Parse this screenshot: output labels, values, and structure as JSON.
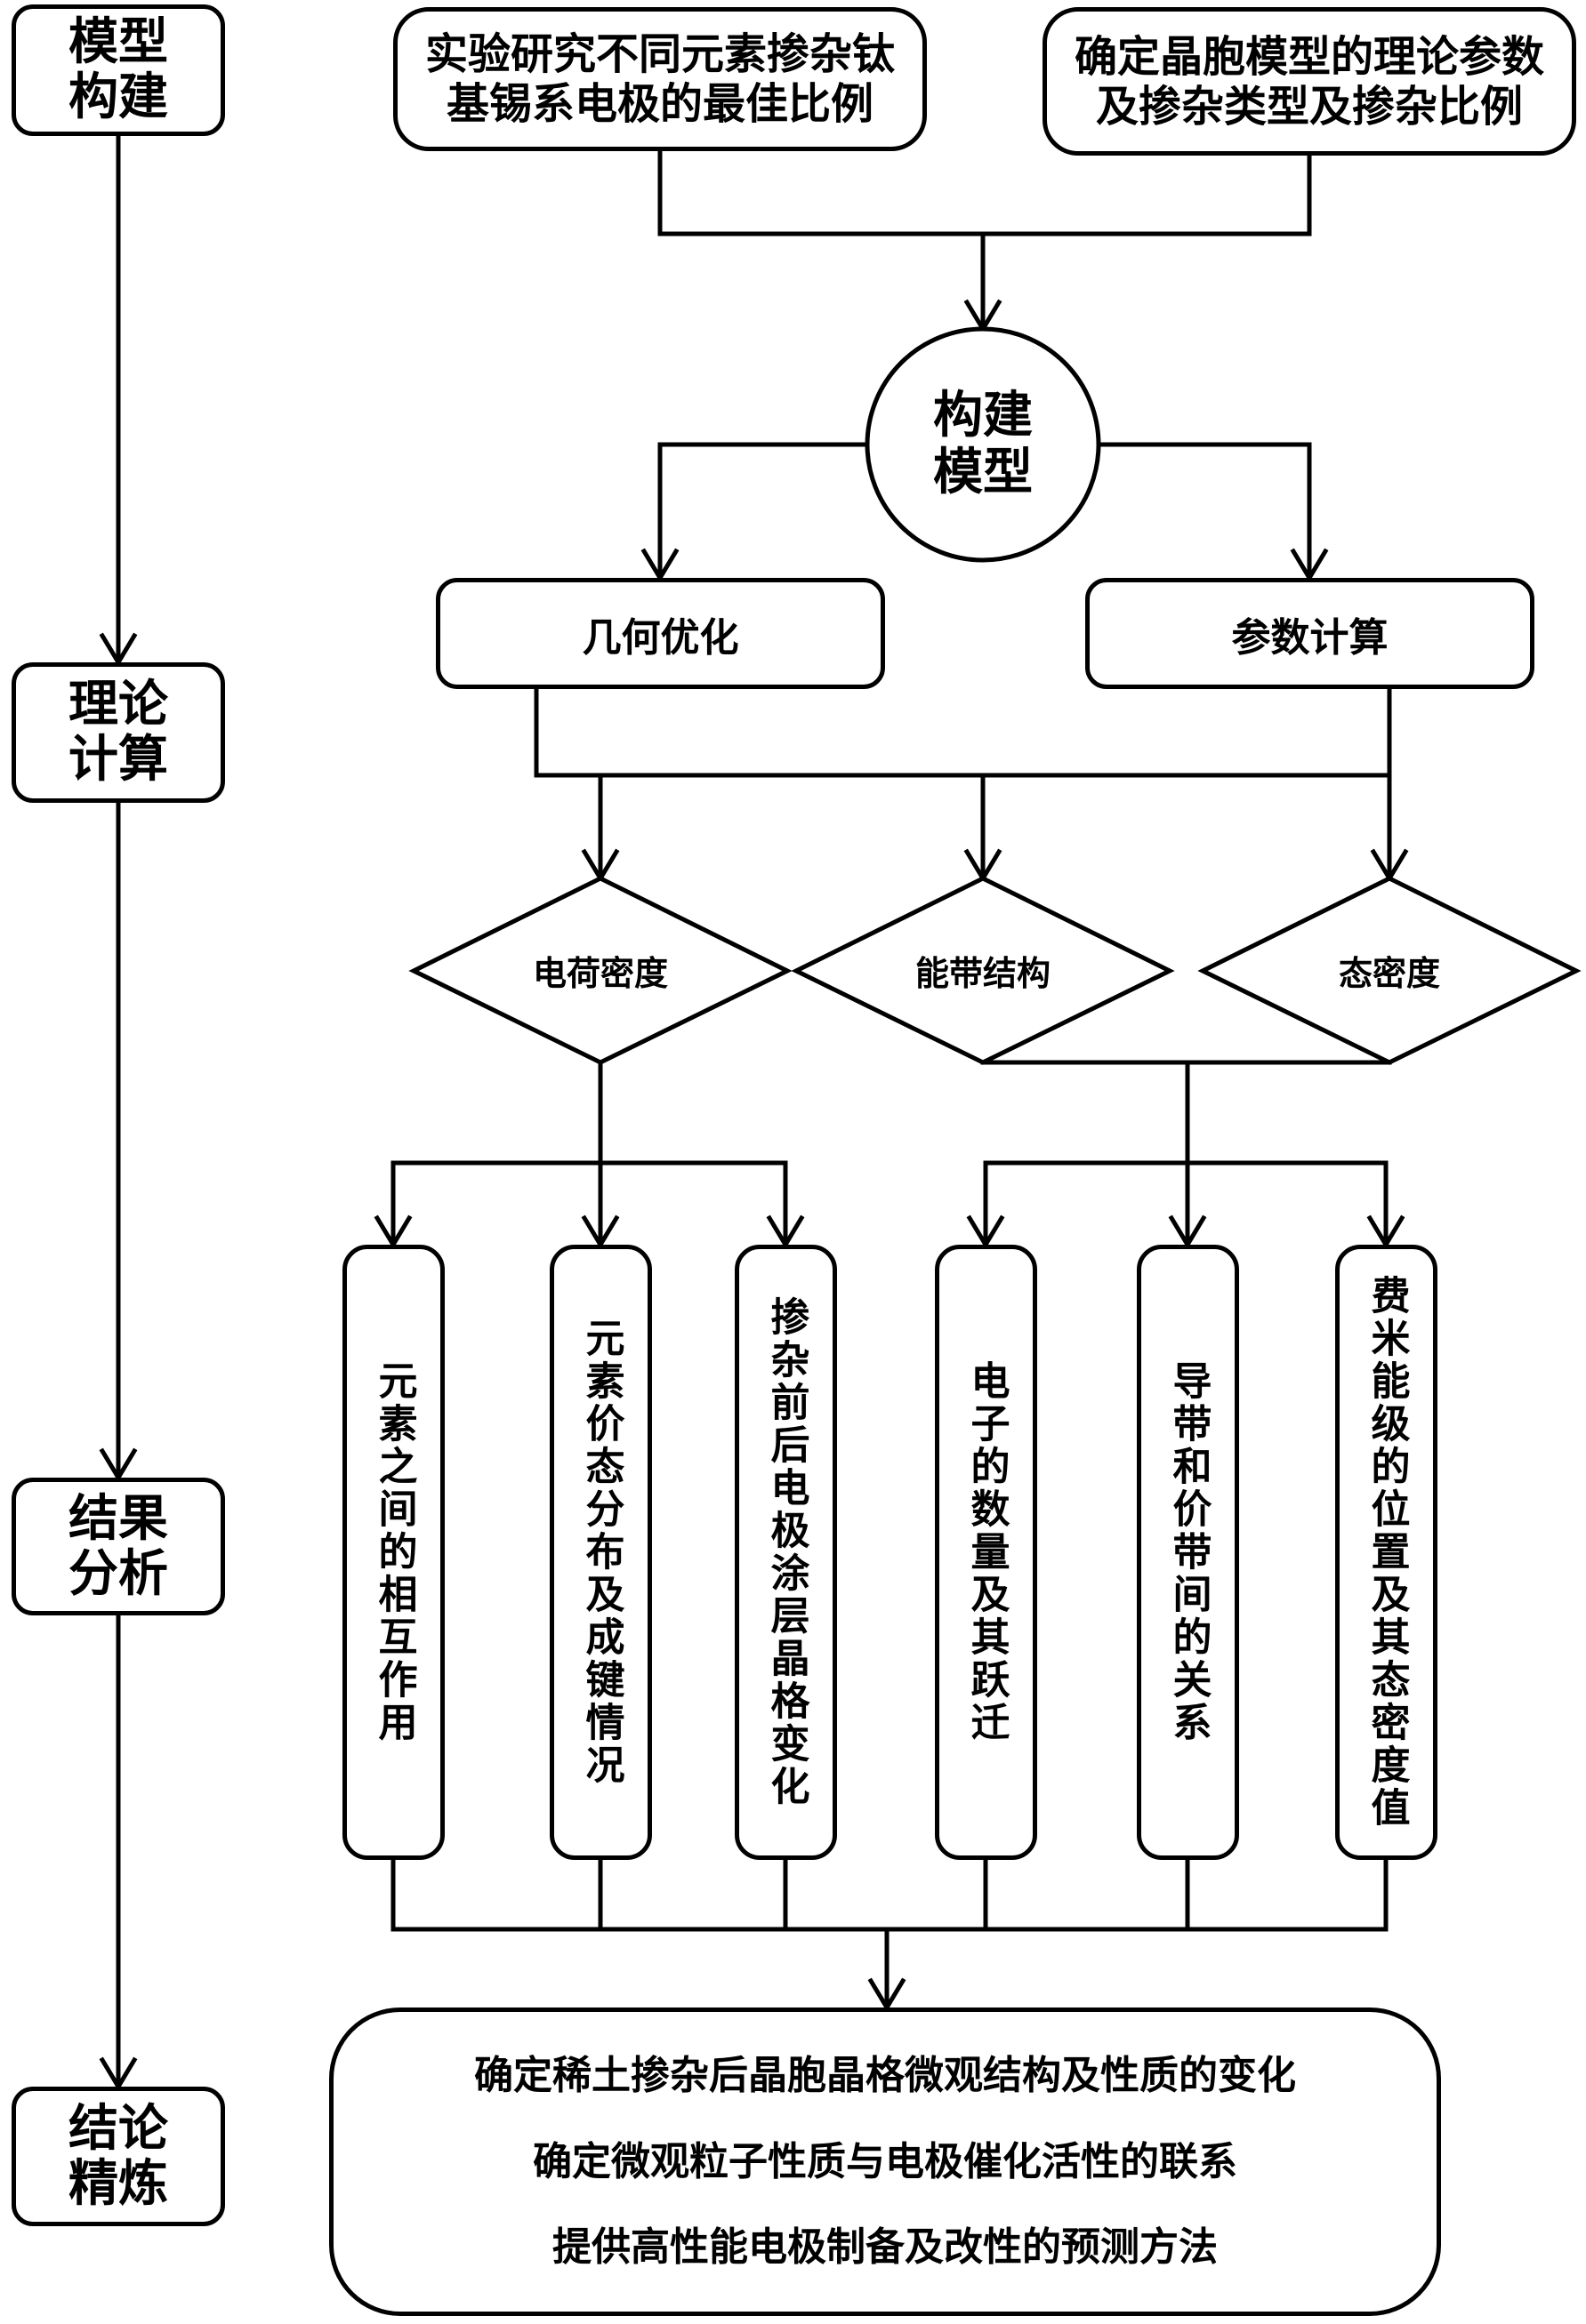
{
  "colors": {
    "ink": "#000000",
    "paper": "#ffffff"
  },
  "stages": [
    {
      "lines": [
        "模型",
        "构建"
      ]
    },
    {
      "lines": [
        "理论",
        "计算"
      ]
    },
    {
      "lines": [
        "结果",
        "分析"
      ]
    },
    {
      "lines": [
        "结论",
        "精炼"
      ]
    }
  ],
  "inputs": [
    {
      "lines": [
        "实验研究不同元素掺杂钛",
        "基锡系电极的最佳比例"
      ]
    },
    {
      "lines": [
        "确定晶胞模型的理论参数",
        "及掺杂类型及掺杂比例"
      ]
    }
  ],
  "hub": {
    "lines": [
      "构建",
      "模型"
    ]
  },
  "processes": [
    "几何优化",
    "参数计算"
  ],
  "properties": [
    "电荷密度",
    "能带结构",
    "态密度"
  ],
  "analyses": [
    "元素之间的相互作用",
    "元素价态分布及成键情况",
    "掺杂前后电极涂层晶格变化",
    "电子的数量及其跃迁",
    "导带和价带间的关系",
    "费米能级的位置及其态密度值"
  ],
  "conclusions": [
    "确定稀土掺杂后晶胞晶格微观结构及性质的变化",
    "确定微观粒子性质与电极催化活性的联系",
    "提供高性能电极制备及改性的预测方法"
  ]
}
